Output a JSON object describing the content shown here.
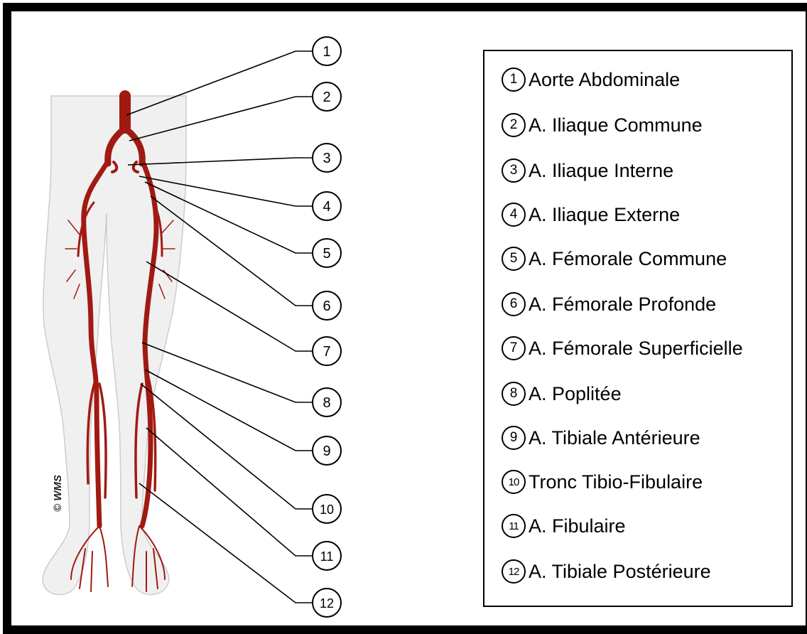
{
  "copyright": "© WMS",
  "colors": {
    "artery": "#a11a12",
    "skin": "#efefef",
    "outline": "#c9c9c9",
    "frame": "#000000"
  },
  "legend": [
    {
      "num": "1",
      "label": "Aorte Abdominale"
    },
    {
      "num": "2",
      "label": "A. Iliaque Commune"
    },
    {
      "num": "3",
      "label": "A. Iliaque Interne"
    },
    {
      "num": "4",
      "label": "A. Iliaque Externe"
    },
    {
      "num": "5",
      "label": "A. Fémorale Commune"
    },
    {
      "num": "6",
      "label": "A. Fémorale Profonde"
    },
    {
      "num": "7",
      "label": "A. Fémorale Superficielle"
    },
    {
      "num": "8",
      "label": "A. Poplitée"
    },
    {
      "num": "9",
      "label": "A. Tibiale Antérieure"
    },
    {
      "num": "10",
      "label": "Tronc Tibio-Fibulaire"
    },
    {
      "num": "11",
      "label": "A. Fibulaire"
    },
    {
      "num": "12",
      "label": "A. Tibiale Postérieure"
    }
  ]
}
